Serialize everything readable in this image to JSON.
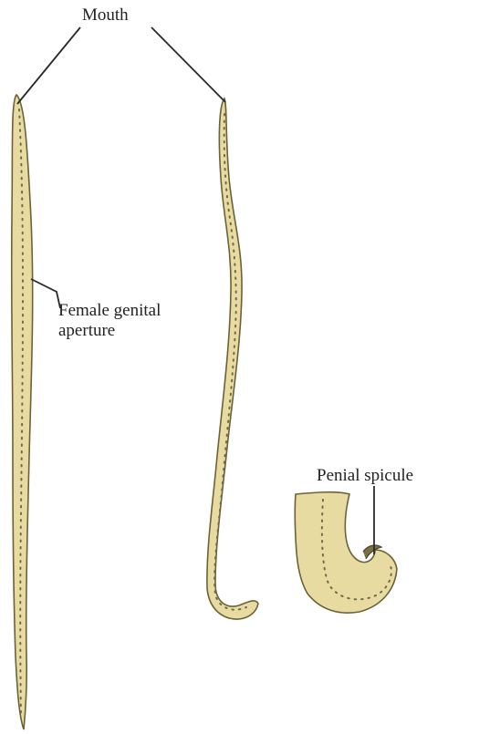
{
  "labels": {
    "mouth": "Mouth",
    "female_genital_aperture_line1": "Female genital",
    "female_genital_aperture_line2": "aperture",
    "penial_spicule": "Penial spicule"
  },
  "colors": {
    "body_fill": "#e8dba2",
    "body_outline": "#6b6238",
    "dots": "#6f6a4a",
    "leader_line": "#2a2a2a",
    "label_text": "#222222"
  }
}
